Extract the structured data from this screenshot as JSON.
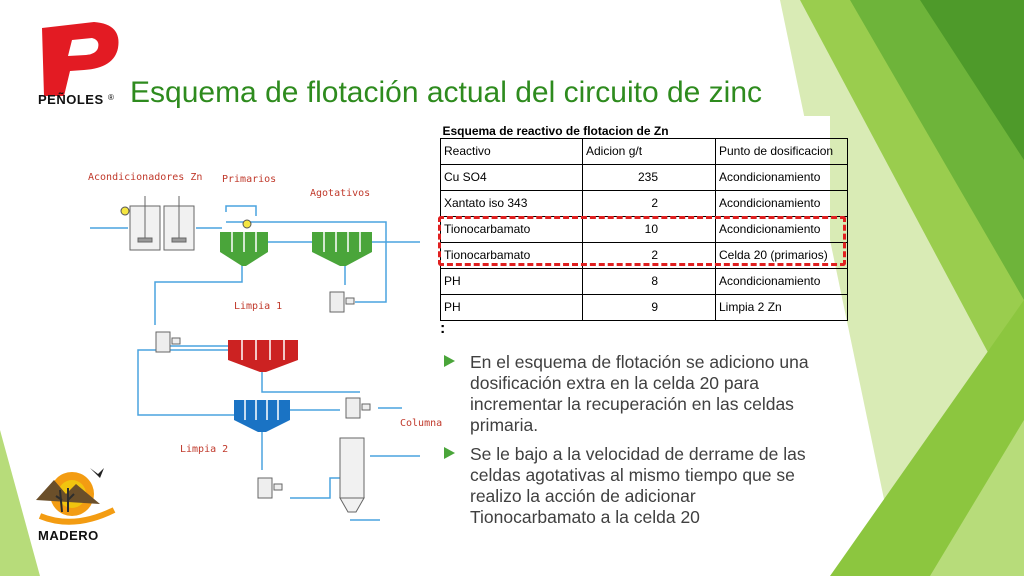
{
  "title": "Esquema de flotación actual del circuito de zinc",
  "logos": {
    "penoles": {
      "text": "PEÑOLES",
      "registered": "®"
    },
    "madero": {
      "text": "MADERO"
    }
  },
  "colors": {
    "accent_green": "#2e8b1e",
    "highlight_red": "#e02020",
    "cell_green": "#4aa53a",
    "cell_red": "#cc2222",
    "cell_blue": "#1a73c4",
    "flow_blue": "#4aa3df"
  },
  "diagram": {
    "labels": {
      "acondicionadores": "Acondicionadores Zn",
      "primarios": "Primarios",
      "agotativos": "Agotativos",
      "limpia1": "Limpia 1",
      "limpia2": "Limpia 2",
      "columna": "Columna"
    }
  },
  "table": {
    "caption": "Esquema de reactivo de flotacion de Zn",
    "headers": [
      "Reactivo",
      "Adicion g/t",
      "Punto de dosificacion"
    ],
    "rows": [
      [
        "Cu SO4",
        "235",
        "Acondicionamiento"
      ],
      [
        "Xantato iso 343",
        "2",
        "Acondicionamiento"
      ],
      [
        "Tionocarbamato",
        "10",
        "Acondicionamiento"
      ],
      [
        "Tionocarbamato",
        "2",
        "Celda 20 (primarios)"
      ],
      [
        "PH",
        "8",
        "Acondicionamiento"
      ],
      [
        "PH",
        "9",
        "Limpia 2 Zn"
      ]
    ],
    "after_mark": ":"
  },
  "bullets": [
    "En el esquema de flotación se adiciono una dosificación extra en la celda 20 para incrementar la recuperación en las celdas primaria.",
    "Se le bajo a la velocidad de derrame de las celdas agotativas al mismo tiempo que se realizo la acción de adicionar Tionocarbamato a la celda 20"
  ]
}
